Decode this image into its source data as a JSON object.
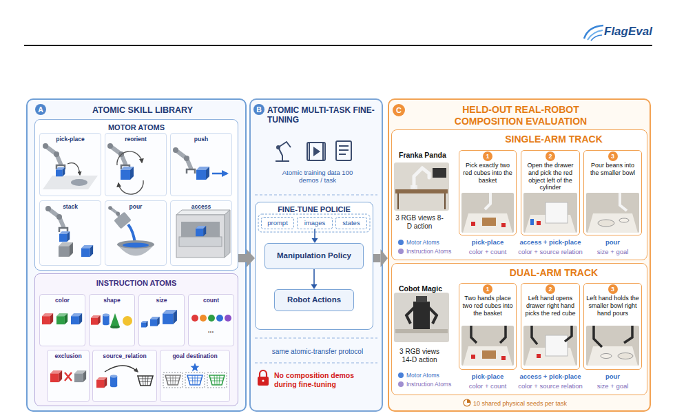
{
  "diagram": {
    "nodes": [
      {
        "text": [
          "ATOMIC SKILL LIBRARY"
        ]
      },
      {
        "text": [
          "MOTOR ATOMS"
        ],
        "in": 0
      },
      {
        "text": [
          "pick-place"
        ],
        "in": 1
      },
      {
        "text": [
          "reorient"
        ],
        "in": 1
      },
      {
        "text": [
          "push"
        ],
        "in": 1
      },
      {
        "text": [
          "stack"
        ],
        "in": 1
      },
      {
        "text": [
          "pour"
        ],
        "in": 1
      },
      {
        "text": [
          "access"
        ],
        "in": 1
      },
      {
        "text": [
          "INSTRUCTION ATOMS"
        ],
        "in": 0
      },
      {
        "text": [
          "color"
        ],
        "in": 8
      },
      {
        "text": [
          "shape"
        ],
        "in": 8
      },
      {
        "text": [
          "size"
        ],
        "in": 8
      },
      {
        "text": [
          "count"
        ],
        "in": 8
      },
      {
        "text": [
          "exclusion"
        ],
        "in": 8
      },
      {
        "text": [
          "source_relation"
        ],
        "in": 8
      },
      {
        "text": [
          "goal destination"
        ],
        "in": 8
      },
      {
        "text": [
          "ATOMIC MULTI-TASK FINE-TUNING",
          "Atomic training data 100 demos / task",
          "same atomic-transfer protocol",
          "No composition demos during fine-tuning"
        ]
      },
      {
        "text": [
          "FINE-TUNE POLICIE"
        ],
        "in": 16
      },
      {
        "text": [
          "prompt"
        ],
        "in": 17
      },
      {
        "text": [
          "images"
        ],
        "in": 17
      },
      {
        "text": [
          "states"
        ],
        "in": 17
      },
      {
        "text": [
          "Manipulation Policy"
        ],
        "in": 17
      },
      {
        "text": [
          "Robot Actions"
        ],
        "in": 17
      },
      {
        "text": [
          "HELD-OUT REAL-ROBOT COMPOSITION EVALUATION",
          "10 shared physical seeds per task"
        ]
      },
      {
        "text": [
          "SINGLE-ARM TRACK",
          "Franka Panda",
          "3 RGB views 8-D action"
        ],
        "in": 23
      },
      {
        "text": [
          "Pick exactly two red cubes into the basket"
        ],
        "in": 24
      },
      {
        "text": [
          "Open the drawer and pick the red object left of the cylinder"
        ],
        "in": 24
      },
      {
        "text": [
          "Pour beans into the smaller bowl"
        ],
        "in": 24
      },
      {
        "text": [
          "DUAL-ARM TRACK",
          "Cobot Magic",
          "3 RGB views 14-D action"
        ],
        "in": 23
      },
      {
        "text": [
          "Two hands place two red cubes into the basket"
        ],
        "in": 28
      },
      {
        "text": [
          "Left hand opens drawer right hand picks the red cube"
        ],
        "in": 28
      },
      {
        "text": [
          "Left hand holds the smaller bowl right hand pours"
        ],
        "in": 28
      }
    ],
    "edges": [
      {
        "from": 1,
        "to": 17,
        "arrow": "to"
      },
      {
        "from": 17,
        "to": 23,
        "arrow": "to"
      },
      {
        "from": 19,
        "to": 21,
        "arrow": "to"
      },
      {
        "from": 21,
        "to": 22,
        "arrow": "to"
      }
    ],
    "labels": [
      "FlagEval",
      "A",
      "B",
      "C",
      "...",
      "1",
      "2",
      "3",
      "pick-place",
      "color + count",
      "access + pick-place",
      "color + source relation",
      "pour",
      "size + goal",
      "1",
      "2",
      "3",
      "pick-place",
      "color + count",
      "access + pick-place",
      "color + source relation",
      "pour",
      "size + goal"
    ],
    "legend": [
      {
        "text": "Motor Atoms",
        "color": "#4a80d8"
      },
      {
        "text": "Instruction Atoms",
        "color": "#a08fd0"
      },
      {
        "text": "Motor Atoms",
        "color": "#4a80d8"
      },
      {
        "text": "Instruction Atoms",
        "color": "#a08fd0"
      }
    ]
  }
}
